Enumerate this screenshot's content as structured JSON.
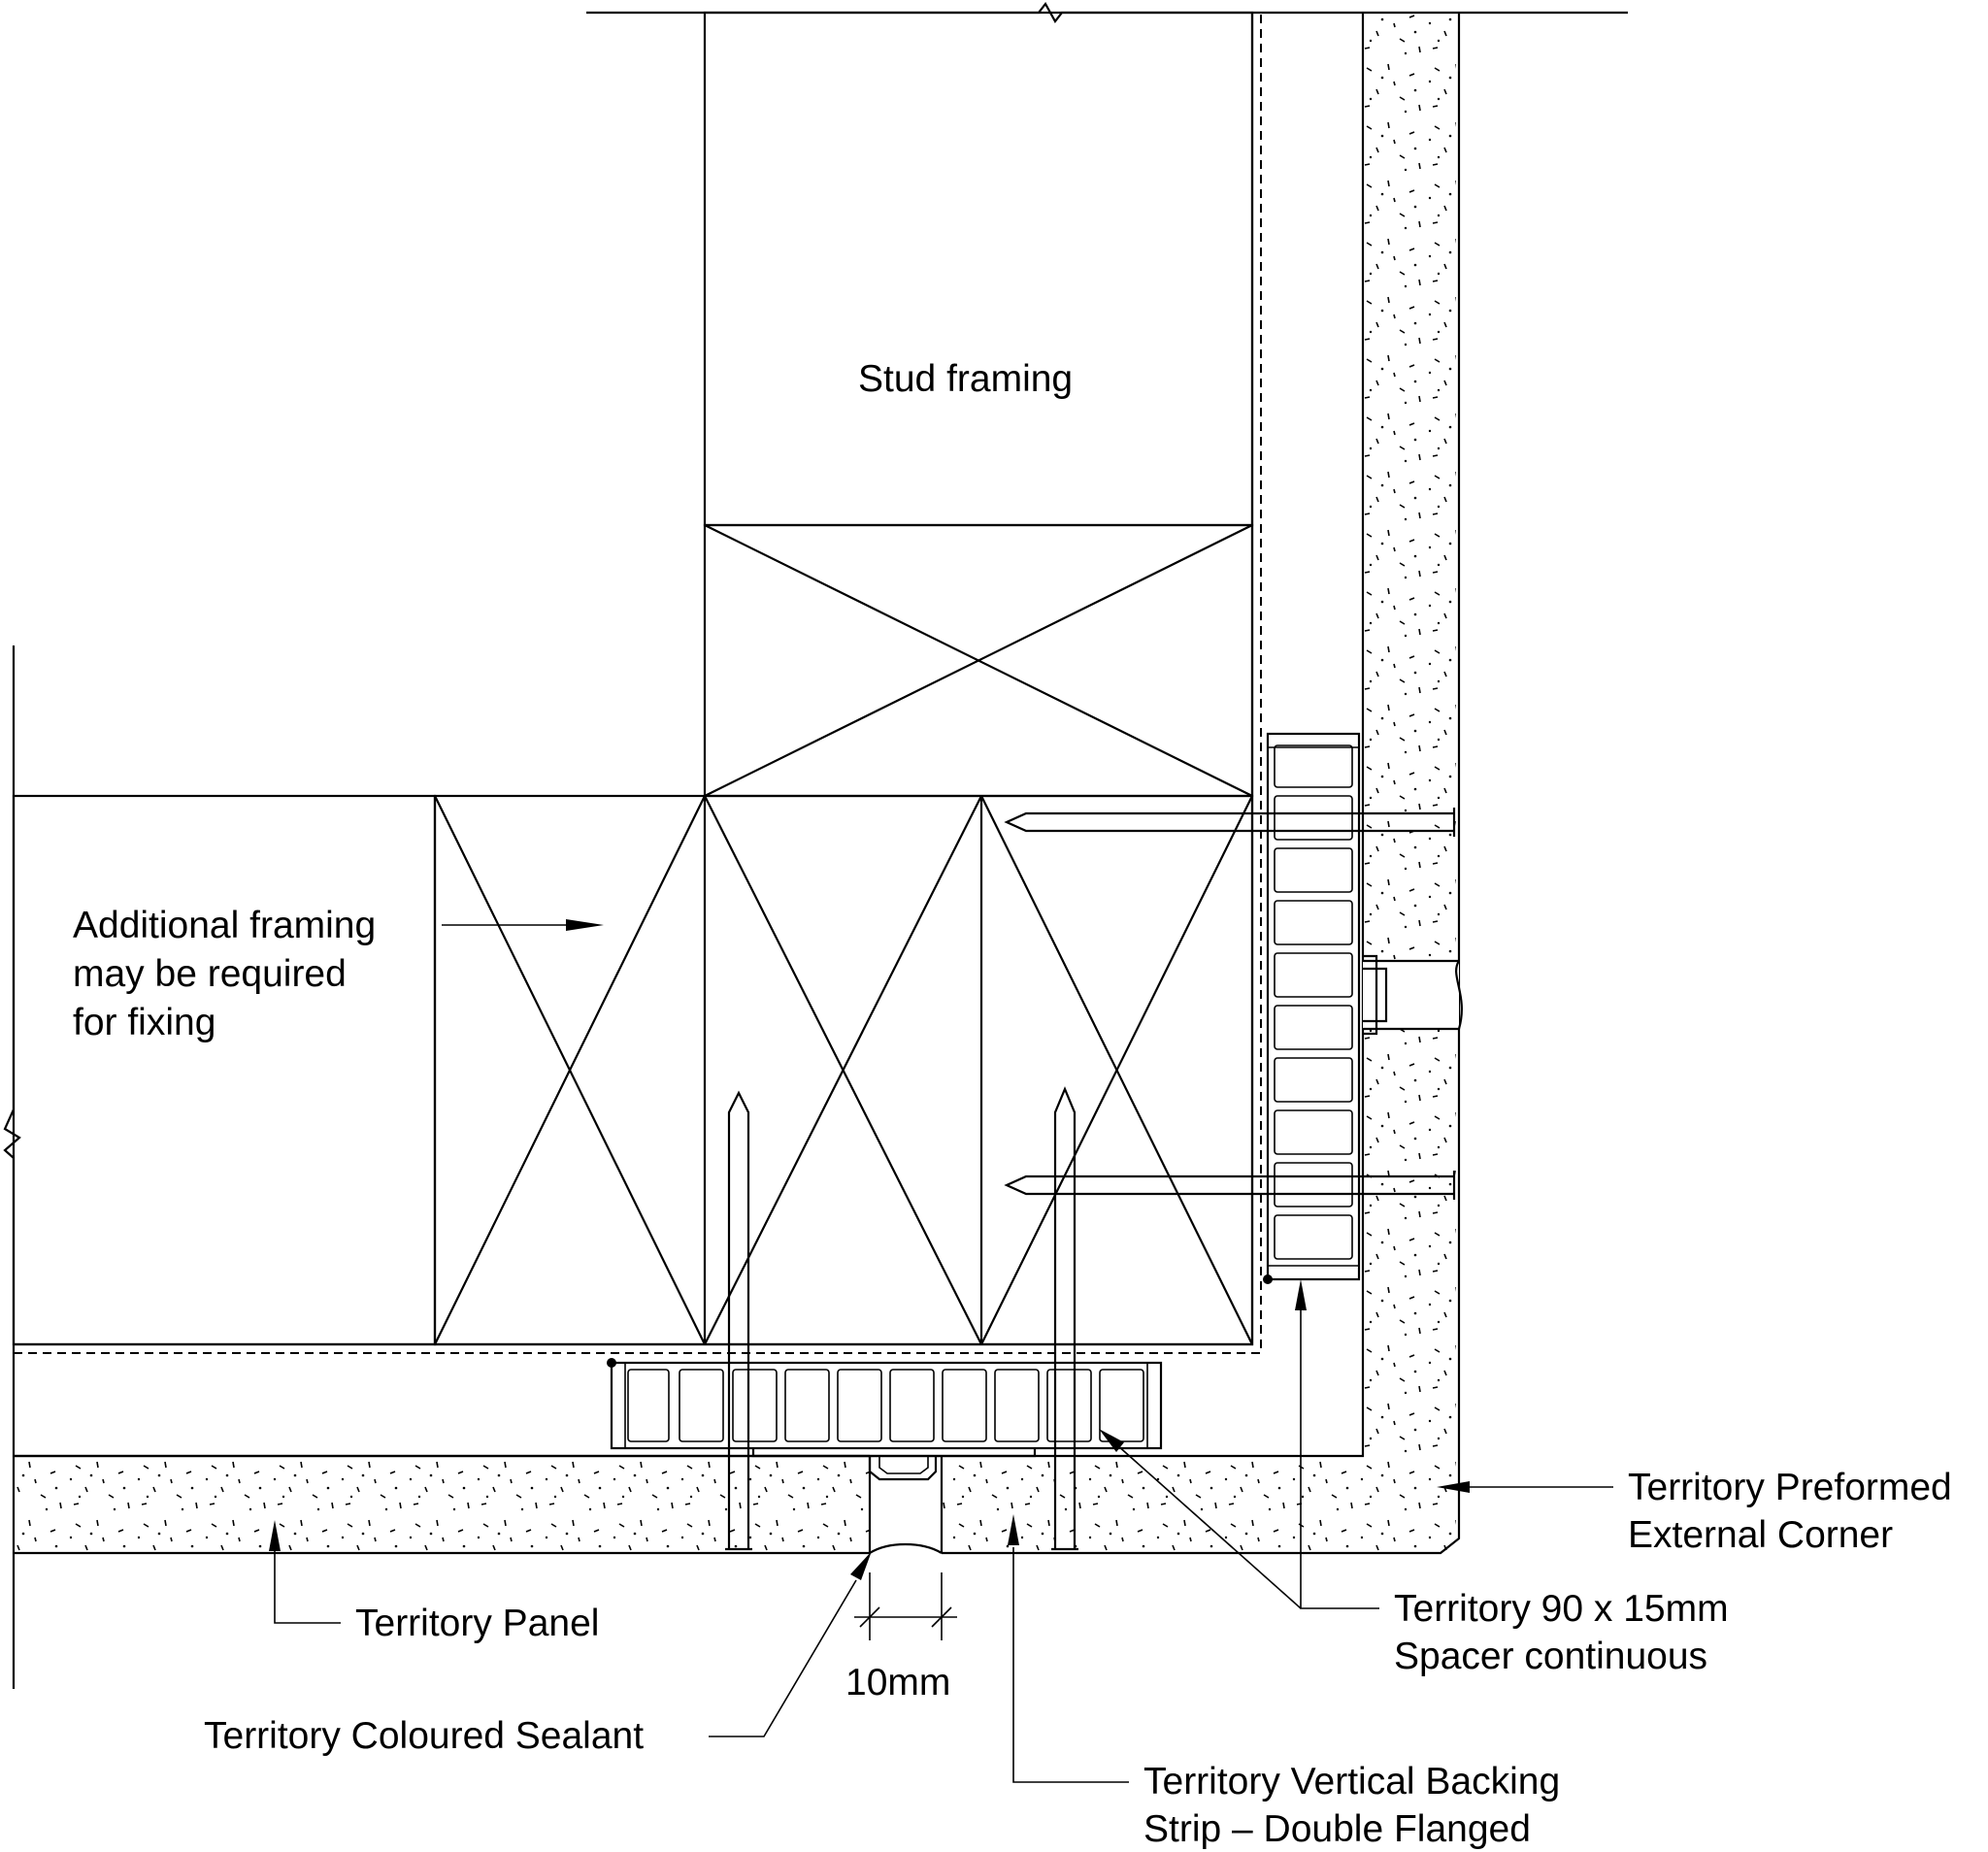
{
  "labels": {
    "stud_framing": "Stud framing",
    "additional_framing": [
      "Additional framing",
      "may be required",
      "for fixing"
    ],
    "preformed_corner": [
      "Territory Preformed",
      "External Corner"
    ],
    "spacer": [
      "Territory 90 x 15mm",
      "Spacer continuous"
    ],
    "panel": "Territory Panel",
    "dimension": "10mm",
    "sealant": "Territory Coloured Sealant",
    "backing_strip": [
      "Territory Vertical Backing",
      "Strip –   Double Flanged"
    ]
  }
}
